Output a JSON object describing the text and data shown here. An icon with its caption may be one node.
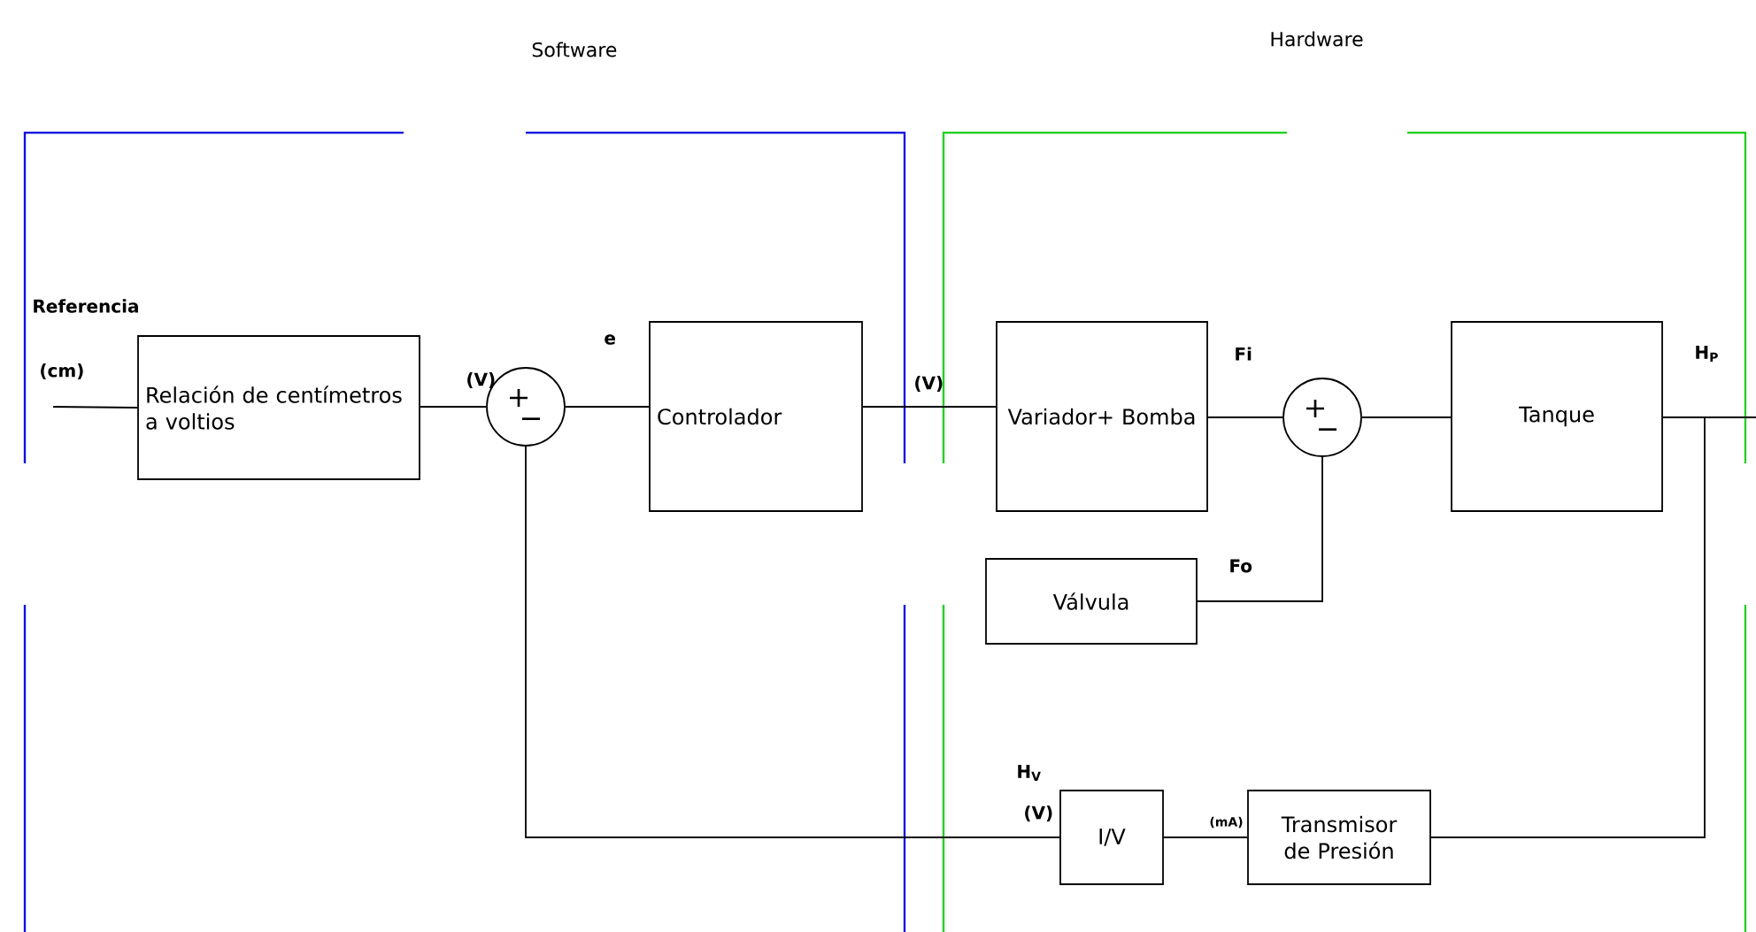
{
  "diagram": {
    "nodes": [
      {
        "text": [
          "Relación de centímetros a voltios"
        ]
      },
      {
        "text": [
          "+",
          "−"
        ]
      },
      {
        "text": [
          "Controlador"
        ]
      },
      {
        "text": [
          "Variador+ Bomba"
        ]
      },
      {
        "text": [
          "+",
          "−"
        ]
      },
      {
        "text": [
          "Tanque"
        ]
      },
      {
        "text": [
          "Válvula"
        ]
      },
      {
        "text": [
          "I/V"
        ]
      },
      {
        "text": [
          "Transmisor de Presión"
        ]
      }
    ],
    "edges": [
      {
        "from": null,
        "to": 0,
        "arrow": "none"
      },
      {
        "from": 0,
        "to": 1,
        "arrow": "none"
      },
      {
        "from": 1,
        "to": 2,
        "arrow": "none"
      },
      {
        "from": 2,
        "to": 3,
        "arrow": "none"
      },
      {
        "from": 3,
        "to": 4,
        "arrow": "none"
      },
      {
        "from": 6,
        "to": 4,
        "arrow": "none"
      },
      {
        "from": 4,
        "to": 5,
        "arrow": "none"
      },
      {
        "from": 5,
        "to": null,
        "arrow": "none"
      },
      {
        "from": 5,
        "to": 8,
        "arrow": "none"
      },
      {
        "from": 8,
        "to": 7,
        "arrow": "none"
      },
      {
        "from": 7,
        "to": 1,
        "arrow": "none"
      }
    ],
    "labels": [
      "Software",
      "Hardware",
      "Referencia",
      "e",
      "Fi",
      "H$_{P}$",
      "(cm)",
      "(V)",
      "(V)",
      "Fo",
      "H$_{V}$",
      "(V)",
      "(mA)"
    ]
  }
}
